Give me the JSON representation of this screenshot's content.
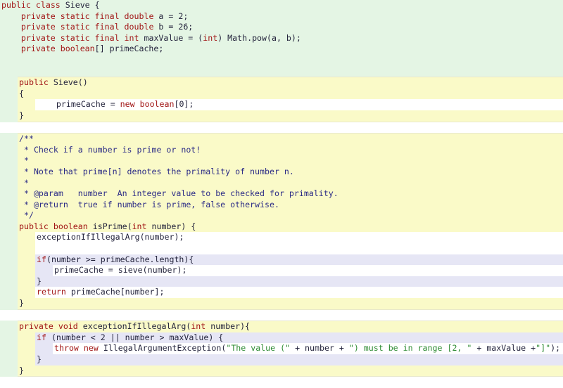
{
  "editor": {
    "language": "Java",
    "class_name": "Sieve",
    "colors": {
      "background": "#ffffff",
      "class_block": "#e4f5e4",
      "method_block": "#fafac8",
      "if_block": "#e6e6f5",
      "statement_block": "#ffffff",
      "keyword": "#a11515",
      "identifier": "#24243c",
      "comment": "#2b2b86",
      "string": "#2e8b33"
    }
  },
  "code": {
    "class_declaration": "public class Sieve {",
    "fields": [
      "    private static final double a = 2;",
      "    private static final double b = 26;",
      "    private static final int maxValue = (int) Math.pow(a, b);",
      "    private boolean[] primeCache;"
    ],
    "constructor": {
      "signature": "public Sieve()",
      "open_brace": "{",
      "body": "    primeCache = new boolean[0];",
      "close_brace": "}"
    },
    "javadoc": [
      "/**",
      " * Check if a number is prime or not!",
      " *",
      " * Note that prime[n] denotes the primality of number n.",
      " *",
      " * @param   number  An integer value to be checked for primality.",
      " * @return  true if number is prime, false otherwise.",
      " */"
    ],
    "is_prime": {
      "signature": "public boolean isPrime(int number) {",
      "call_line": "    exceptionIfIllegalArg(number);",
      "if_open": "if(number >= primeCache.length){",
      "if_body": "    primeCache = sieve(number);",
      "if_close": "}",
      "return_line": "return primeCache[number];",
      "close_brace": "}"
    },
    "exception_method": {
      "signature": "private void exceptionIfIllegalArg(int number){",
      "if_open": "if (number < 2 || number > maxValue) {",
      "throw_line": "    throw new IllegalArgumentException(\"The value (\" + number + \") must be in range [2, \" + maxValue +\"]\");",
      "if_close": "}",
      "close_brace": "}"
    },
    "tokens": {
      "kw_public": "public",
      "kw_class": "class",
      "kw_private": "private",
      "kw_static": "static",
      "kw_final": "final",
      "kw_double": "double",
      "kw_int": "int",
      "kw_boolean": "boolean",
      "kw_new": "new",
      "kw_void": "void",
      "kw_if": "if",
      "kw_return": "return",
      "kw_throw": "throw"
    }
  }
}
